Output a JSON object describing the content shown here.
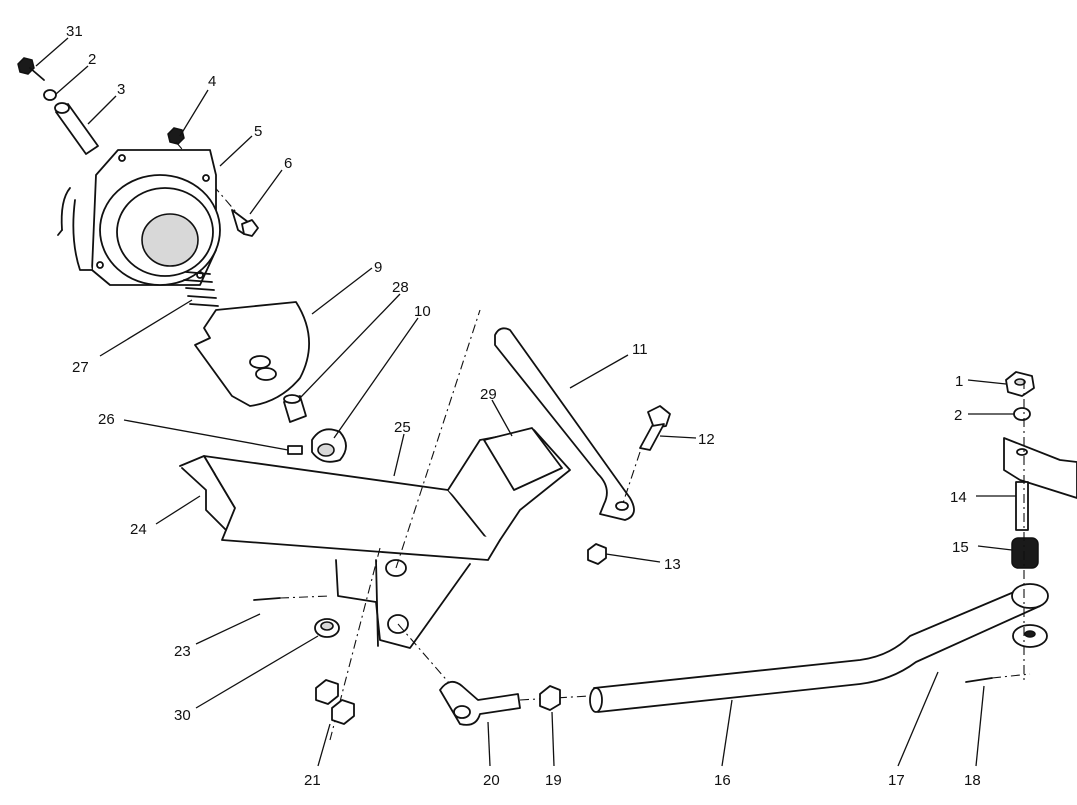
{
  "callouts": [
    {
      "key": "31",
      "text": "31"
    },
    {
      "key": "2a",
      "text": "2"
    },
    {
      "key": "3",
      "text": "3"
    },
    {
      "key": "4",
      "text": "4"
    },
    {
      "key": "5",
      "text": "5"
    },
    {
      "key": "6",
      "text": "6"
    },
    {
      "key": "9",
      "text": "9"
    },
    {
      "key": "28",
      "text": "28"
    },
    {
      "key": "10",
      "text": "10"
    },
    {
      "key": "27",
      "text": "27"
    },
    {
      "key": "11",
      "text": "11"
    },
    {
      "key": "12",
      "text": "12"
    },
    {
      "key": "13",
      "text": "13"
    },
    {
      "key": "26",
      "text": "26"
    },
    {
      "key": "25",
      "text": "25"
    },
    {
      "key": "29",
      "text": "29"
    },
    {
      "key": "24",
      "text": "24"
    },
    {
      "key": "23",
      "text": "23"
    },
    {
      "key": "30",
      "text": "30"
    },
    {
      "key": "21",
      "text": "21"
    },
    {
      "key": "20",
      "text": "20"
    },
    {
      "key": "19",
      "text": "19"
    },
    {
      "key": "16",
      "text": "16"
    },
    {
      "key": "17",
      "text": "17"
    },
    {
      "key": "18",
      "text": "18"
    },
    {
      "key": "1",
      "text": "1"
    },
    {
      "key": "2b",
      "text": "2"
    },
    {
      "key": "14",
      "text": "14"
    },
    {
      "key": "15",
      "text": "15"
    }
  ]
}
